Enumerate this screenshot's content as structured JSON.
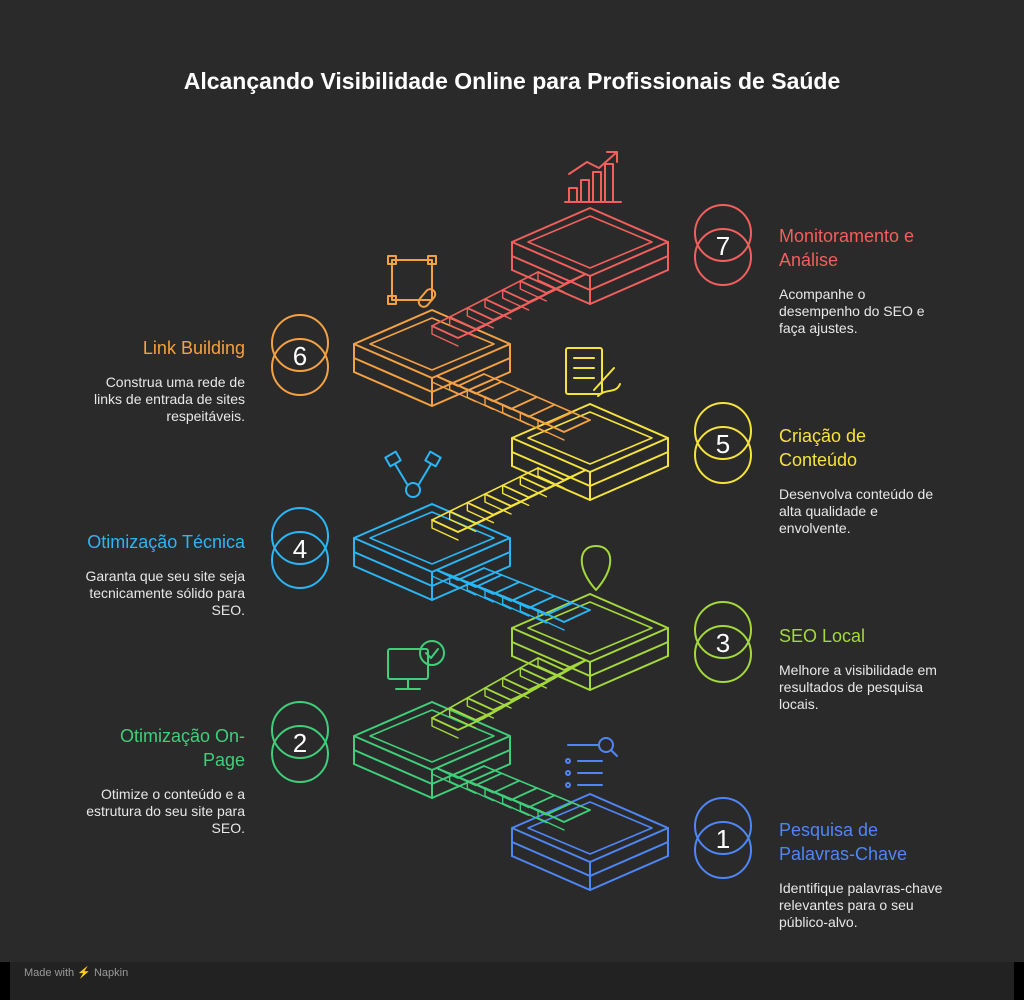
{
  "title": "Alcançando Visibilidade Online para Profissionais de Saúde",
  "steps": [
    {
      "number": "1",
      "title_lines": [
        "Pesquisa de",
        "Palavras-Chave"
      ],
      "desc_lines": [
        "Identifique palavras-chave",
        "relevantes para o seu",
        "público-alvo."
      ],
      "color": "#4f86f7"
    },
    {
      "number": "2",
      "title_lines": [
        "Otimização On-",
        "Page"
      ],
      "desc_lines": [
        "Otimize o conteúdo e a",
        "estrutura do seu site para",
        "SEO."
      ],
      "color": "#3ecf7a"
    },
    {
      "number": "3",
      "title_lines": [
        "SEO Local"
      ],
      "desc_lines": [
        "Melhore a visibilidade em",
        "resultados de pesquisa",
        "locais."
      ],
      "color": "#a4d93a"
    },
    {
      "number": "4",
      "title_lines": [
        "Otimização Técnica"
      ],
      "desc_lines": [
        "Garanta que seu site seja",
        "tecnicamente sólido para",
        "SEO."
      ],
      "color": "#29b6f6"
    },
    {
      "number": "5",
      "title_lines": [
        "Criação de",
        "Conteúdo"
      ],
      "desc_lines": [
        "Desenvolva conteúdo de",
        "alta qualidade e",
        "envolvente."
      ],
      "color": "#f6e33a"
    },
    {
      "number": "6",
      "title_lines": [
        "Link Building"
      ],
      "desc_lines": [
        "Construa uma rede de",
        "links de entrada de sites",
        "respeitáveis."
      ],
      "color": "#f5a142"
    },
    {
      "number": "7",
      "title_lines": [
        "Monitoramento e",
        "Análise"
      ],
      "desc_lines": [
        "Acompanhe o",
        "desempenho do SEO e",
        "faça ajustes."
      ],
      "color": "#f25f5c"
    }
  ],
  "icons": [
    "search-list-icon",
    "monitor-check-icon",
    "location-pin-icon",
    "wrench-gear-icon",
    "document-edit-icon",
    "link-chain-icon",
    "growth-chart-icon"
  ],
  "footer": {
    "made_with": "Made with",
    "brand": "Napkin"
  }
}
